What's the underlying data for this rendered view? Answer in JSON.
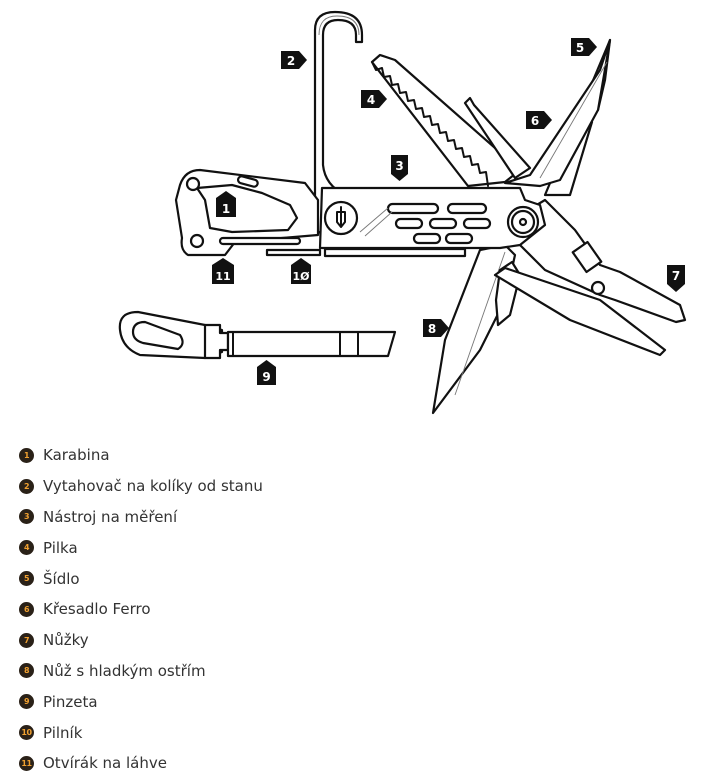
{
  "diagram": {
    "subject": "multitool",
    "callouts": [
      {
        "number": "1",
        "part": "carabiner",
        "pointer": "up"
      },
      {
        "number": "2",
        "part": "tent-stake-puller",
        "pointer": "right"
      },
      {
        "number": "3",
        "part": "ruler",
        "pointer": "down"
      },
      {
        "number": "4",
        "part": "saw",
        "pointer": "right"
      },
      {
        "number": "5",
        "part": "awl",
        "pointer": "right"
      },
      {
        "number": "6",
        "part": "ferro-striker",
        "pointer": "right"
      },
      {
        "number": "7",
        "part": "scissors",
        "pointer": "down"
      },
      {
        "number": "8",
        "part": "knife",
        "pointer": "right"
      },
      {
        "number": "9",
        "part": "tweezers",
        "pointer": "up"
      },
      {
        "number": "1Ø",
        "part": "file",
        "pointer": "up"
      },
      {
        "number": "11",
        "part": "bottle-opener",
        "pointer": "up"
      }
    ]
  },
  "legend": {
    "badge_colors": {
      "background": "#2a2118",
      "number": "#f0a030"
    },
    "items": [
      {
        "number": "1",
        "label": "Karabina"
      },
      {
        "number": "2",
        "label": "Vytahovač na kolíky od stanu"
      },
      {
        "number": "3",
        "label": "Nástroj na měření"
      },
      {
        "number": "4",
        "label": "Pilka"
      },
      {
        "number": "5",
        "label": "Šídlo"
      },
      {
        "number": "6",
        "label": "Křesadlo Ferro"
      },
      {
        "number": "7",
        "label": "Nůžky"
      },
      {
        "number": "8",
        "label": "Nůž s hladkým ostřím"
      },
      {
        "number": "9",
        "label": "Pinzeta"
      },
      {
        "number": "10",
        "label": "Pilník"
      },
      {
        "number": "11",
        "label": "Otvírák na láhve"
      }
    ]
  }
}
